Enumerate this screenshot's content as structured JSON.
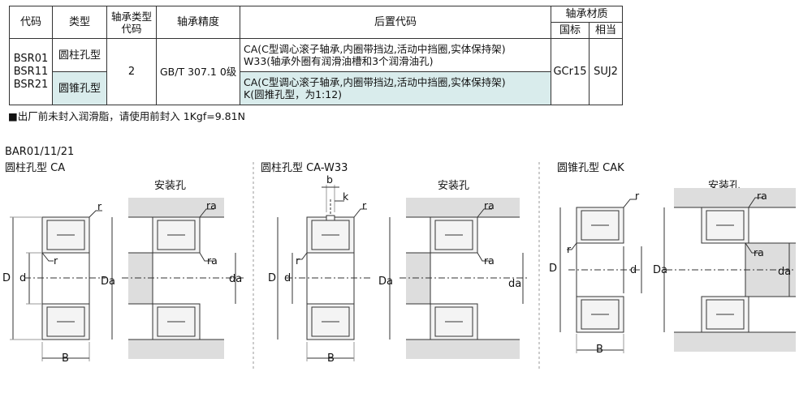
{
  "table": {
    "headers": {
      "code": "代码",
      "type": "类型",
      "bearing_type_code": "轴承类型代码",
      "precision": "轴承精度",
      "suffix": "后置代码",
      "material": "轴承材质",
      "national": "国标",
      "equivalent": "相当"
    },
    "codes": [
      "BSR01",
      "BSR11",
      "BSR21"
    ],
    "type_cylindrical": "圆柱孔型",
    "type_tapered": "圆锥孔型",
    "type_code_value": "2",
    "precision_value": "GB/T 307.1 0级",
    "suffix_row1_line1": "CA(C型调心滚子轴承,内圈带挡边,活动中挡圈,实体保持架)",
    "suffix_row1_line2": "W33(轴承外圈有润滑油槽和3个润滑油孔)",
    "suffix_row2_line1": "CA(C型调心滚子轴承,内圈带挡边,活动中挡圈,实体保持架)",
    "suffix_row2_line2": "K(圆推孔型，为1:12)",
    "material_national": "GCr15",
    "material_equivalent": "SUJ2"
  },
  "note": "■出厂前未封入润滑脂，请使用前封入 1Kgf=9.81N",
  "drawings": {
    "series": "BAR01/11/21",
    "panel1_title": "圆柱孔型 CA",
    "panel2_title": "圆柱孔型 CA-W33",
    "panel3_title": "圆锥孔型 CAK",
    "mount_hole": "安装孔",
    "labels": {
      "D": "D",
      "d": "d",
      "B": "B",
      "r": "r",
      "ra": "ra",
      "Da": "Da",
      "da": "da",
      "b": "b",
      "k": "k"
    }
  },
  "colors": {
    "shade": "#d9ecec",
    "line": "#333333",
    "housing": "#dddddd"
  }
}
